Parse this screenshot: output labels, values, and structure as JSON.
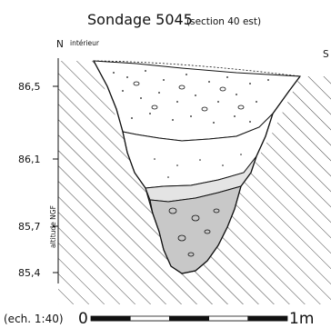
{
  "title": {
    "main": "Sondage 5045",
    "sub": "(section 40 est)"
  },
  "orientation": {
    "north": "N",
    "north_note": "intérieur",
    "south": "S"
  },
  "y_axis": {
    "label": "altitude NGF",
    "ticks": [
      "86,5",
      "86,1",
      "85,7",
      "85,4"
    ]
  },
  "scale_bar": {
    "prefix": "(ech. 1:40)",
    "start": "0",
    "end": "1m",
    "segments": 5
  },
  "colors": {
    "ink": "#111111",
    "fill_grey_light": "#e4e4e4",
    "fill_grey_mid": "#d6d6d6",
    "fill_grey_dark": "#c8c8c8",
    "background": "#ffffff"
  }
}
